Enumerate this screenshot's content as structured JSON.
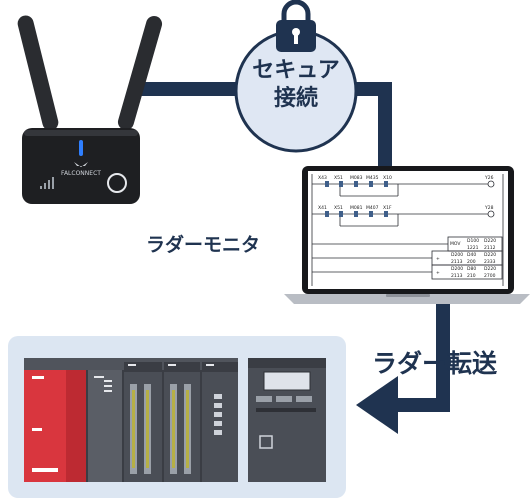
{
  "router": {
    "brand": "FALCONNECT"
  },
  "secure_connection": {
    "line1": "セキュア",
    "line2": "接続"
  },
  "ladder_monitor": {
    "label": "ラダーモニタ"
  },
  "ladder_transfer": {
    "label": "ラダー転送"
  },
  "ladder_screen": {
    "row1": [
      "X43",
      "X51",
      "M083",
      "M435",
      "X10",
      "Y26"
    ],
    "row2": [
      "X41",
      "X51",
      "M081",
      "M407",
      "X1F",
      "Y28"
    ],
    "fn1": [
      "MOV",
      "D100",
      "D220",
      "1221",
      "2112"
    ],
    "fn2": [
      "+",
      "D200",
      "D40",
      "D220",
      "2113",
      "200",
      "2333"
    ],
    "fn3": [
      "+",
      "D200",
      "D80",
      "D220",
      "2113",
      "210",
      "2700"
    ]
  },
  "colors": {
    "navy": "#1f3350",
    "badge_bg": "#dfe7f3",
    "panel_bg": "#dce6f2",
    "plc_red": "#d9363e"
  }
}
